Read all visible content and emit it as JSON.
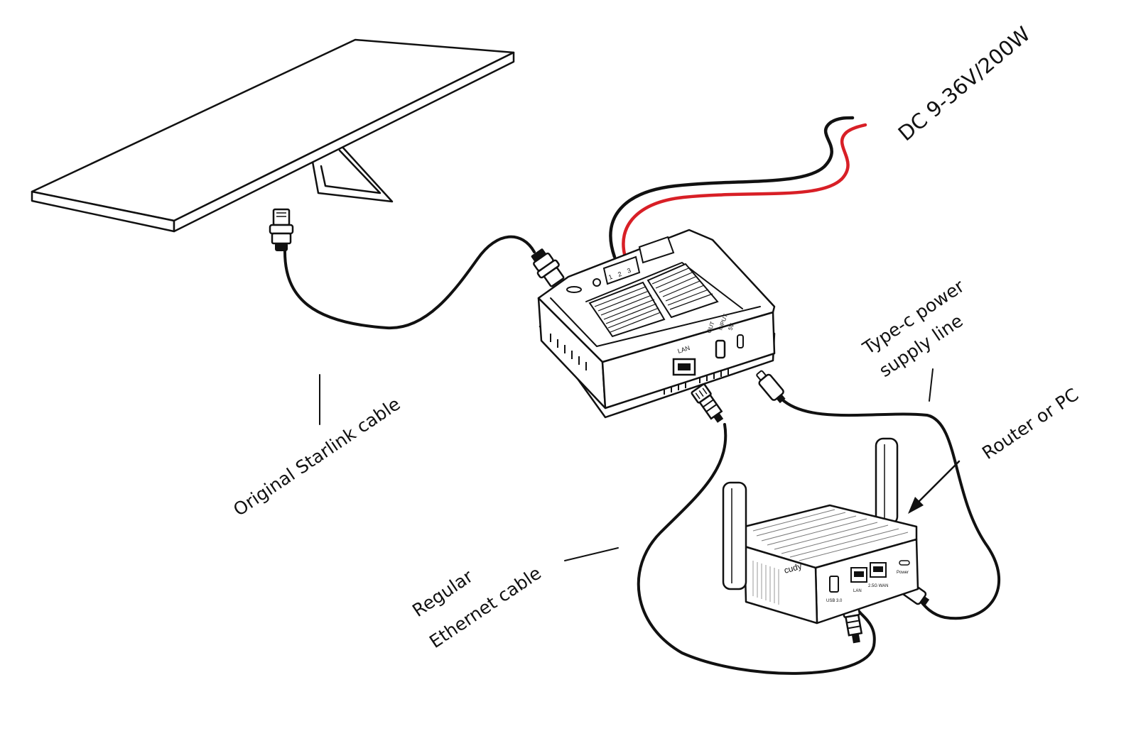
{
  "labels": {
    "power": "DC 9-36V/200W",
    "starlink": "Original Starlink cable",
    "typec_line1": "Type-c power",
    "typec_line2": "supply line",
    "router": "Router or PC",
    "ethernet_line1": "Regular",
    "ethernet_line2": "Ethernet cable"
  },
  "device": {
    "lan_port": "LAN",
    "out_port": "OUT",
    "in_port": "INPUT",
    "v_label": "5V",
    "terminals": [
      "1",
      "2",
      "3"
    ]
  },
  "router": {
    "brand": "cudy",
    "usb_port": "USB 3.0",
    "lan_port": "LAN",
    "wan_port": "2.5G WAN",
    "power_port": "Power"
  },
  "colors": {
    "stroke": "#111111",
    "red_wire": "#d81f26",
    "fill": "#ffffff"
  }
}
